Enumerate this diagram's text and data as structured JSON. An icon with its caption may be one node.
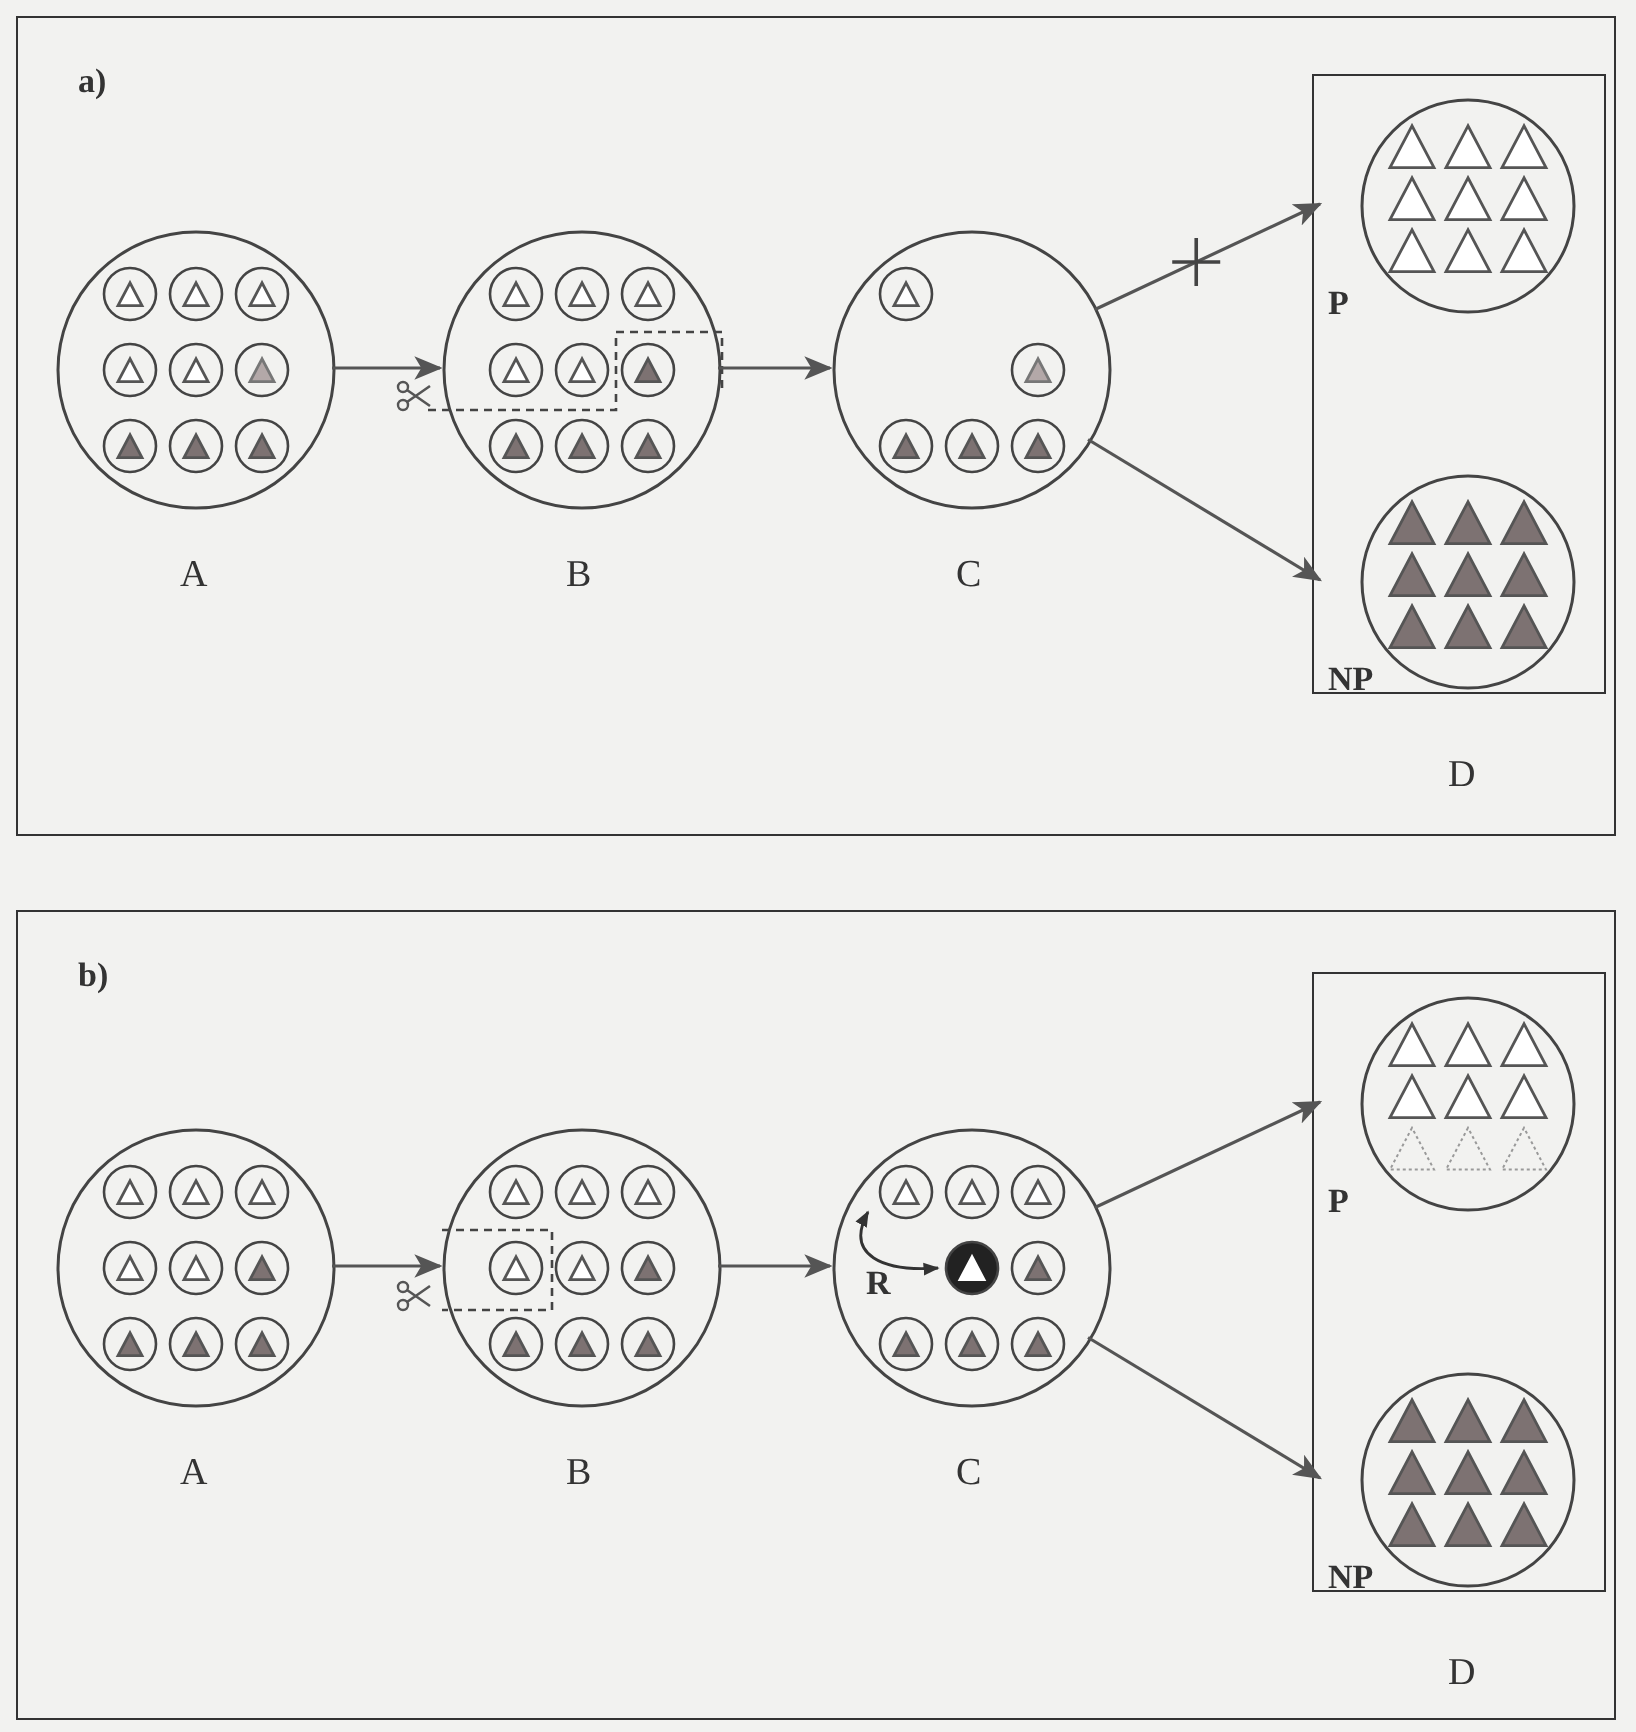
{
  "diagram": {
    "nodes": [
      {
        "text": [
          "a)"
        ]
      },
      {
        "text": [
          "A"
        ],
        "in": 0
      },
      {
        "text": [
          "B"
        ],
        "in": 0
      },
      {
        "text": [
          "C"
        ],
        "in": 0
      },
      {
        "text": [
          "D"
        ],
        "in": 0
      },
      {
        "text": [
          "P"
        ],
        "in": 4
      },
      {
        "text": [
          "NP"
        ],
        "in": 4
      },
      {
        "text": [
          "b)"
        ]
      },
      {
        "text": [
          "A"
        ],
        "in": 7
      },
      {
        "text": [
          "B"
        ],
        "in": 7
      },
      {
        "text": [
          "C"
        ],
        "in": 7
      },
      {
        "text": [
          "D"
        ],
        "in": 7
      },
      {
        "text": [
          "P"
        ],
        "in": 11
      },
      {
        "text": [
          "NP"
        ],
        "in": 11
      }
    ],
    "edges": [
      {
        "from": 1,
        "to": 2,
        "arrow": "to"
      },
      {
        "from": 2,
        "to": 3,
        "arrow": "to"
      },
      {
        "from": 3,
        "to": 5,
        "arrow": "to"
      },
      {
        "from": 3,
        "to": 6,
        "arrow": "to"
      },
      {
        "from": 8,
        "to": 9,
        "arrow": "to"
      },
      {
        "from": 9,
        "to": 10,
        "arrow": "to"
      },
      {
        "from": 10,
        "to": 12,
        "arrow": "to"
      },
      {
        "from": 10,
        "to": 13,
        "arrow": "to"
      }
    ],
    "labels": [
      "R"
    ]
  }
}
